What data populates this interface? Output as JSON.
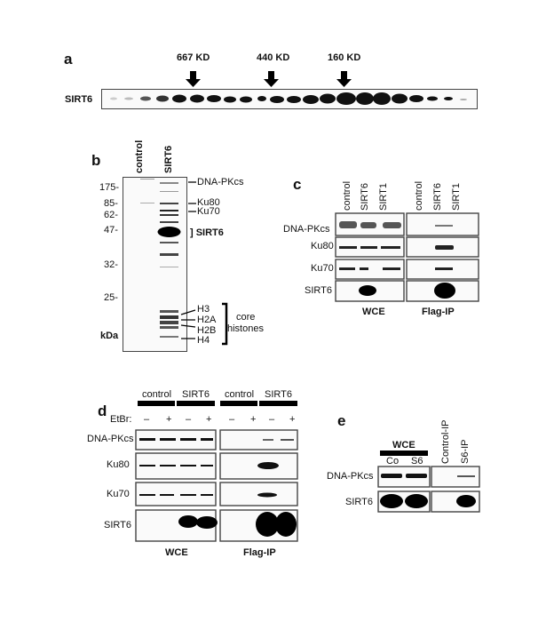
{
  "panel_a": {
    "letter": "a",
    "markers": [
      "667 KD",
      "440 KD",
      "160 KD"
    ],
    "row_label": "SIRT6"
  },
  "panel_b": {
    "letter": "b",
    "lanes": [
      "control",
      "SIRT6"
    ],
    "mw_ticks": [
      "175-",
      "85-",
      "62-",
      "47-",
      "32-",
      "25-"
    ],
    "unit": "kDa",
    "band_labels": {
      "dnapkcs": "DNA-PKcs",
      "ku80": "Ku80",
      "ku70": "Ku70",
      "sirt6": "] SIRT6",
      "h3": "H3",
      "h2a": "H2A",
      "h2b": "H2B",
      "h4": "H4"
    },
    "group_label": [
      "core",
      "histones"
    ]
  },
  "panel_c": {
    "letter": "c",
    "lanes_wce": [
      "control",
      "SIRT6",
      "SIRT1"
    ],
    "lanes_ip": [
      "control",
      "SIRT6",
      "SIRT1"
    ],
    "rows": [
      "DNA-PKcs",
      "Ku80",
      "Ku70",
      "SIRT6"
    ],
    "group_wce": "WCE",
    "group_ip": "Flag-IP"
  },
  "panel_d": {
    "letter": "d",
    "conditions": [
      "control",
      "SIRT6",
      "control",
      "SIRT6"
    ],
    "etbr_label": "EtBr:",
    "etbr": [
      "–",
      "+",
      "–",
      "+",
      "–",
      "+",
      "–",
      "+"
    ],
    "rows": [
      "DNA-PKcs",
      "Ku80",
      "Ku70",
      "SIRT6"
    ],
    "group_wce": "WCE",
    "group_ip": "Flag-IP"
  },
  "panel_e": {
    "letter": "e",
    "wce_label": "WCE",
    "lanes_wce": [
      "Co",
      "S6"
    ],
    "lanes_ip": [
      "Control-IP",
      "S6-IP"
    ],
    "rows": [
      "DNA-PKcs",
      "SIRT6"
    ]
  }
}
